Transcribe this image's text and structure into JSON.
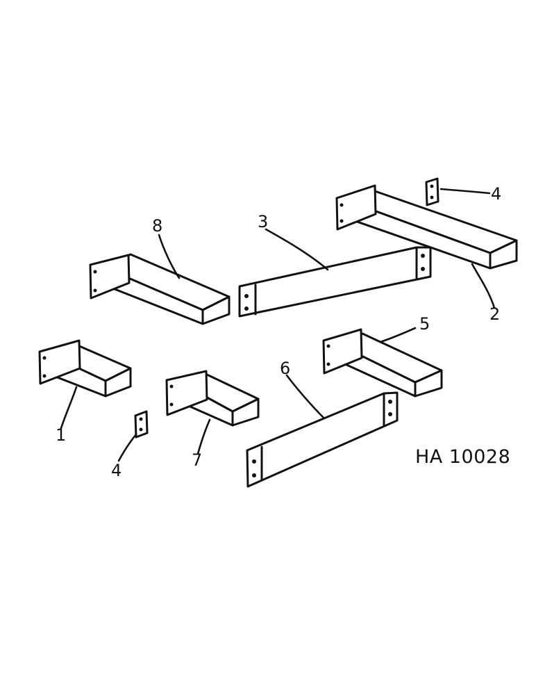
{
  "diagram": {
    "drawing_number": "HA 10028",
    "callouts": {
      "item_1": "1",
      "item_2": "2",
      "item_3": "3",
      "item_4_top": "4",
      "item_4_bottom": "4",
      "item_5": "5",
      "item_6": "6",
      "item_7": "7",
      "item_8": "8"
    }
  }
}
